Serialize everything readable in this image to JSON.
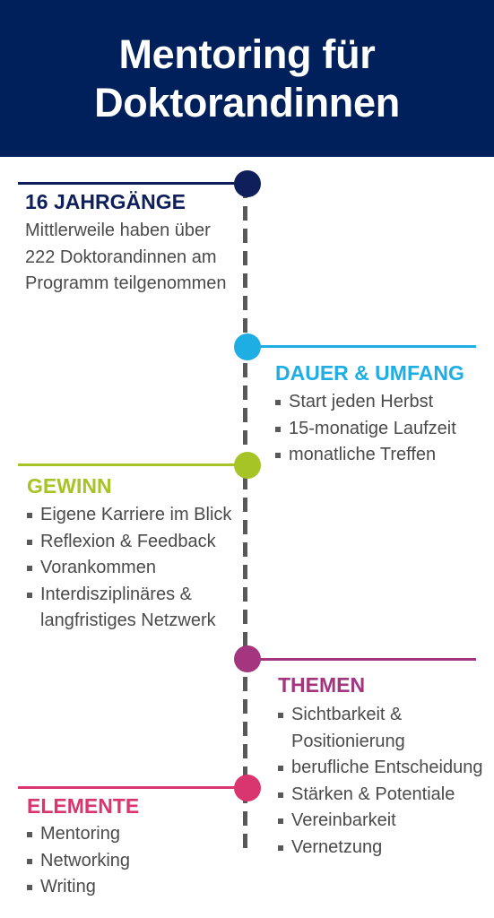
{
  "header": {
    "title": "Mentoring für\nDoktorandinnen"
  },
  "colors": {
    "header_bg": "#00205b",
    "navy": "#0f1f5c",
    "cyan": "#1eaee3",
    "green": "#a6c426",
    "purple": "#a3367f",
    "pink": "#d9356f",
    "timeline": "#595959"
  },
  "sections": {
    "jahrgaenge": {
      "title": "16 JAHRGÄNGE",
      "text": "Mittlerweile haben über 222 Doktorandinnen am Programm teilgenommen"
    },
    "dauer": {
      "title": "DAUER & UMFANG",
      "items": [
        "Start jeden Herbst",
        "15-monatige Laufzeit",
        "monatliche Treffen"
      ]
    },
    "gewinn": {
      "title": "GEWINN",
      "items": [
        "Eigene Karriere im Blick",
        "Reflexion & Feedback",
        "Vorankommen",
        "Interdisziplinäres & langfristiges Netzwerk"
      ]
    },
    "themen": {
      "title": "THEMEN",
      "items": [
        "Sichtbarkeit & Positionierung",
        "berufliche Entscheidung",
        "Stärken & Potentiale",
        "Vereinbarkeit",
        "Vernetzung"
      ]
    },
    "elemente": {
      "title": "ELEMENTE",
      "items": [
        "Mentoring",
        "Networking",
        "Writing"
      ]
    }
  }
}
